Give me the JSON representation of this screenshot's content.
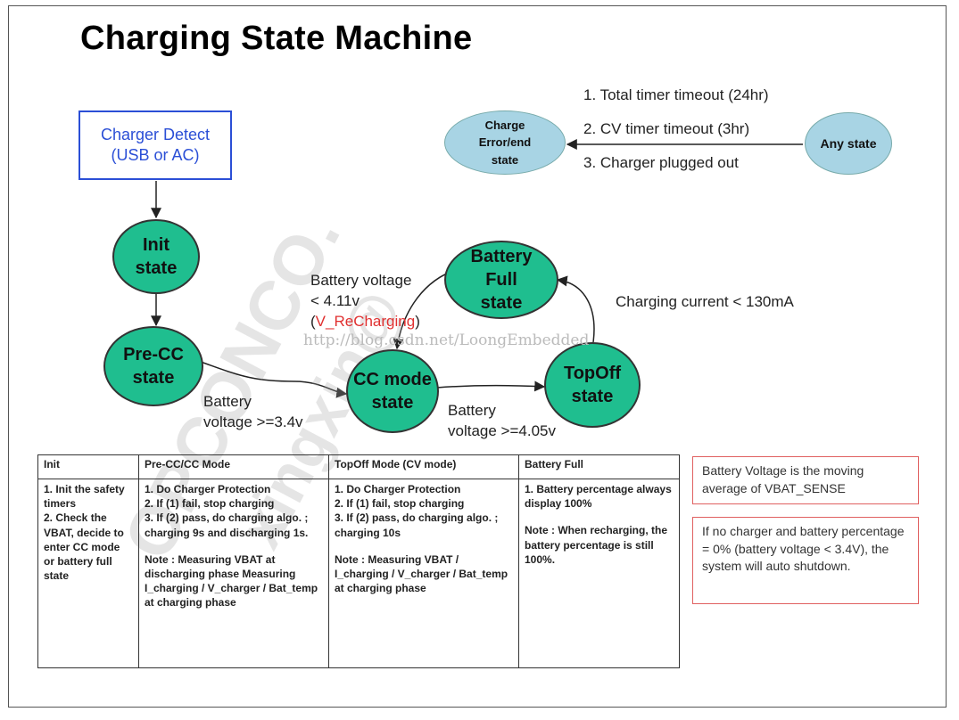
{
  "title": "Charging State Machine",
  "detect": {
    "line1": "Charger Detect",
    "line2": "(USB or AC)"
  },
  "error_state": {
    "line1": "Charge",
    "line2": "Error/end",
    "line3": "state"
  },
  "any_state": "Any state",
  "error_conditions": [
    "1. Total timer timeout (24hr)",
    "2. CV timer timeout (3hr)",
    "3. Charger plugged out"
  ],
  "states": {
    "init": {
      "line1": "Init",
      "line2": "state"
    },
    "precc": {
      "line1": "Pre-CC",
      "line2": "state"
    },
    "cc": {
      "line1": "CC mode",
      "line2": "state"
    },
    "topoff": {
      "line1": "TopOff",
      "line2": "state"
    },
    "full": {
      "line1": "Battery",
      "line2": "Full",
      "line3": "state"
    }
  },
  "transitions": {
    "precc_to_cc": {
      "line1": "Battery",
      "line2": "voltage >=3.4v"
    },
    "cc_to_topoff": {
      "line1": "Battery",
      "line2": "voltage >=4.05v"
    },
    "topoff_to_full": "Charging current < 130mA",
    "full_to_cc": {
      "line1": "Battery voltage",
      "line2": "< 4.11v",
      "line3_open": "(",
      "line3_red": "V_ReCharging",
      "line3_close": ")"
    }
  },
  "watermark": "http://blog.csdn.net/LoongEmbedded",
  "watermark_big": [
    "OPCONCO.",
    "xingxin@"
  ],
  "table": {
    "headers": [
      "Init",
      "Pre-CC/CC Mode",
      "TopOff Mode (CV mode)",
      "Battery Full"
    ],
    "init": [
      "1. Init the safety timers",
      "2. Check the VBAT, decide to enter CC mode or battery full state"
    ],
    "cc": [
      "1. Do Charger Protection",
      "2. If (1) fail, stop charging",
      "3. If (2) pass, do charging algo. ; charging 9s and discharging 1s.",
      "Note : Measuring VBAT at discharging phase Measuring I_charging / V_charger / Bat_temp at charging phase"
    ],
    "topoff": [
      "1. Do Charger Protection",
      "2. If (1) fail, stop charging",
      "3. If (2) pass, do charging algo. ; charging 10s",
      "Note : Measuring VBAT / I_charging / V_charger / Bat_temp at charging phase"
    ],
    "full": [
      "1. Battery percentage always display 100%",
      "Note : When recharging, the battery percentage is still 100%."
    ]
  },
  "notes": [
    "Battery Voltage is the moving average of VBAT_SENSE",
    "If no charger and battery percentage = 0% (battery voltage < 3.4V), the system will auto shutdown."
  ],
  "colors": {
    "state_fill": "#1fbe8f",
    "error_fill": "#a8d4e4",
    "detect_border": "#2b4fd6",
    "highlight": "#e03030",
    "note_border": "#e06060"
  }
}
